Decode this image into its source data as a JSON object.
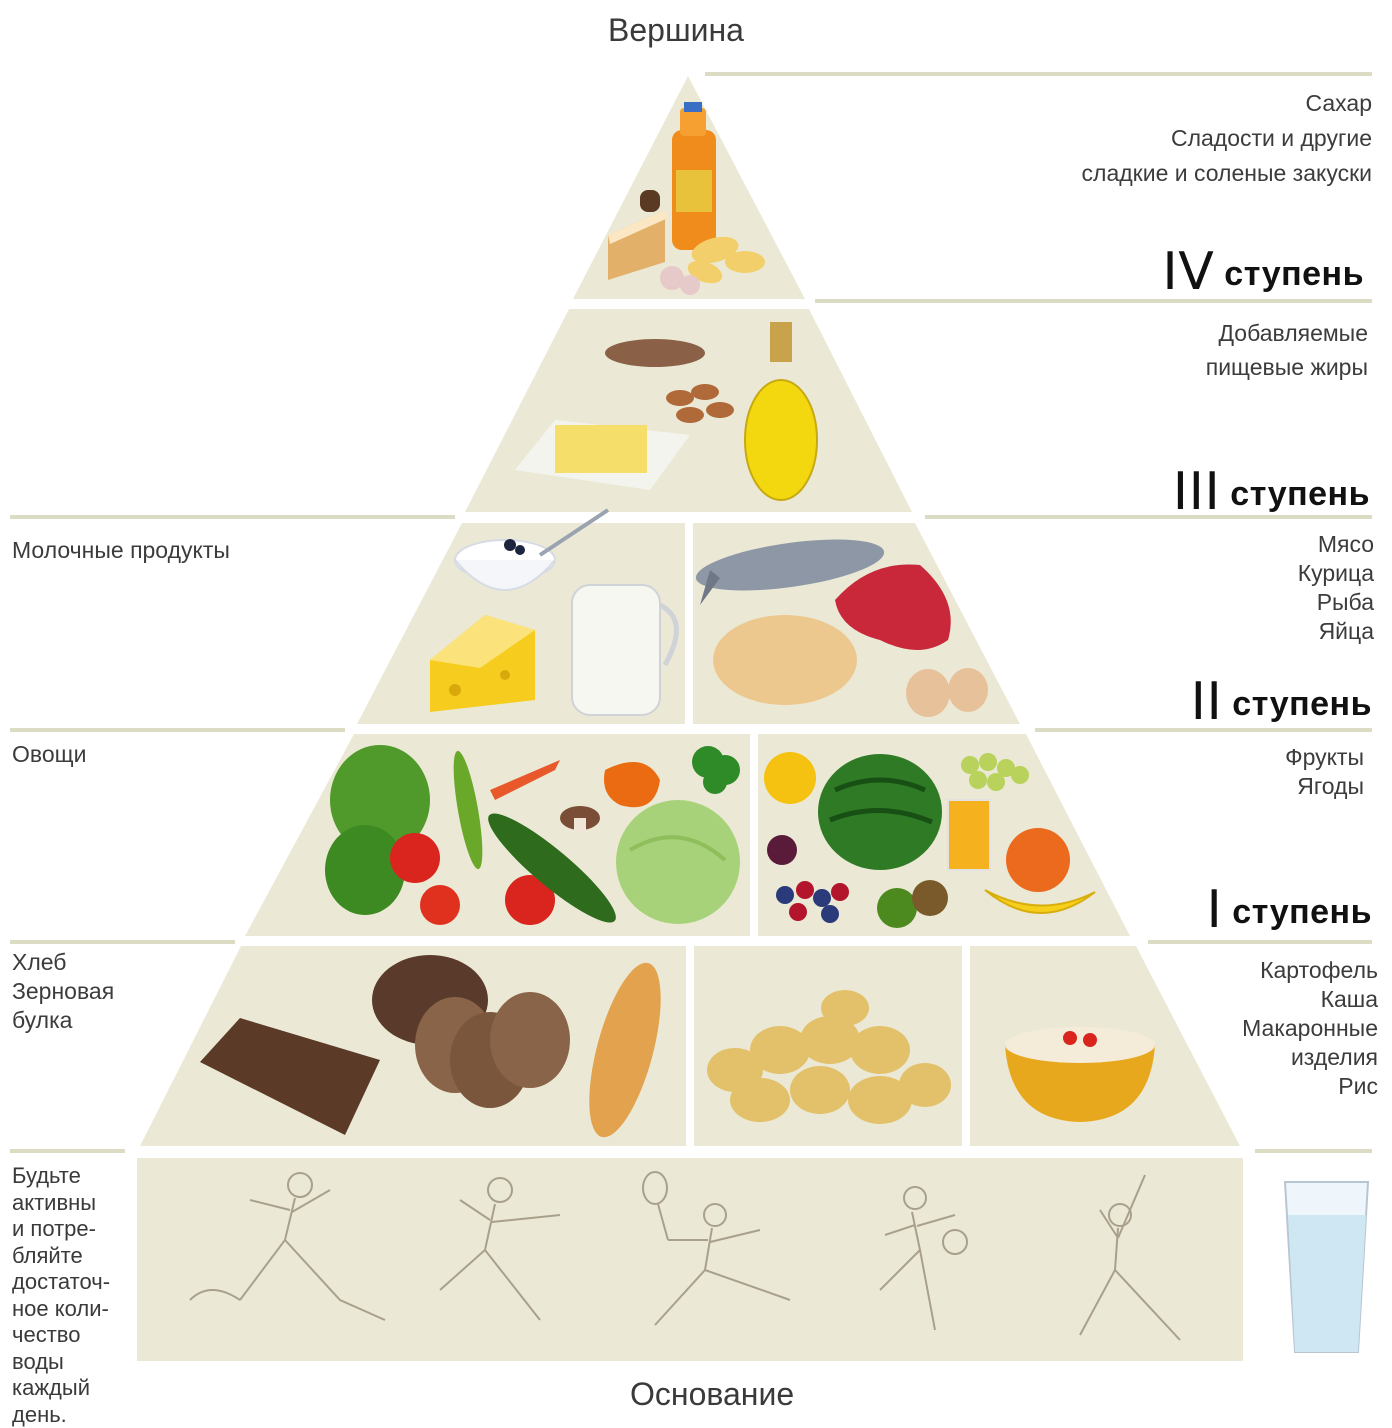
{
  "header": {
    "title": "Вершина"
  },
  "footer": {
    "title": "Основание"
  },
  "tiers": {
    "top": {
      "items": [
        "Сахар",
        "Сладости и другие",
        "сладкие и соленые закуски"
      ],
      "stage_num": "IV",
      "stage_word": "ступень"
    },
    "fats": {
      "items": [
        "Добавляемые",
        "пищевые жиры"
      ],
      "stage_num": "III",
      "stage_word": "ступень"
    },
    "dairy_protein": {
      "left_items": [
        "Молочные продукты"
      ],
      "right_items": [
        "Мясо",
        "Курица",
        "Рыба",
        "Яйца"
      ],
      "stage_num": "II",
      "stage_word": "ступень"
    },
    "produce": {
      "left_items": [
        "Овощи"
      ],
      "right_items": [
        "Фрукты",
        "Ягоды"
      ],
      "stage_num": "I",
      "stage_word": "ступень"
    },
    "grains": {
      "left_items": [
        "Хлеб",
        "Зерновая",
        "булка"
      ],
      "right_items": [
        "Картофель",
        "Каша",
        "Макаронные",
        "изделия",
        "Рис"
      ]
    },
    "base": {
      "water_advice": [
        "Будьте",
        "активны",
        "и потре-",
        "бляйте",
        "достаточ-",
        "ное коли-",
        "чество",
        "воды",
        "каждый",
        "день."
      ]
    }
  },
  "colors": {
    "panel": "#ebe9d5",
    "rule": "#dcdcc4",
    "text": "#3a3a3a"
  }
}
